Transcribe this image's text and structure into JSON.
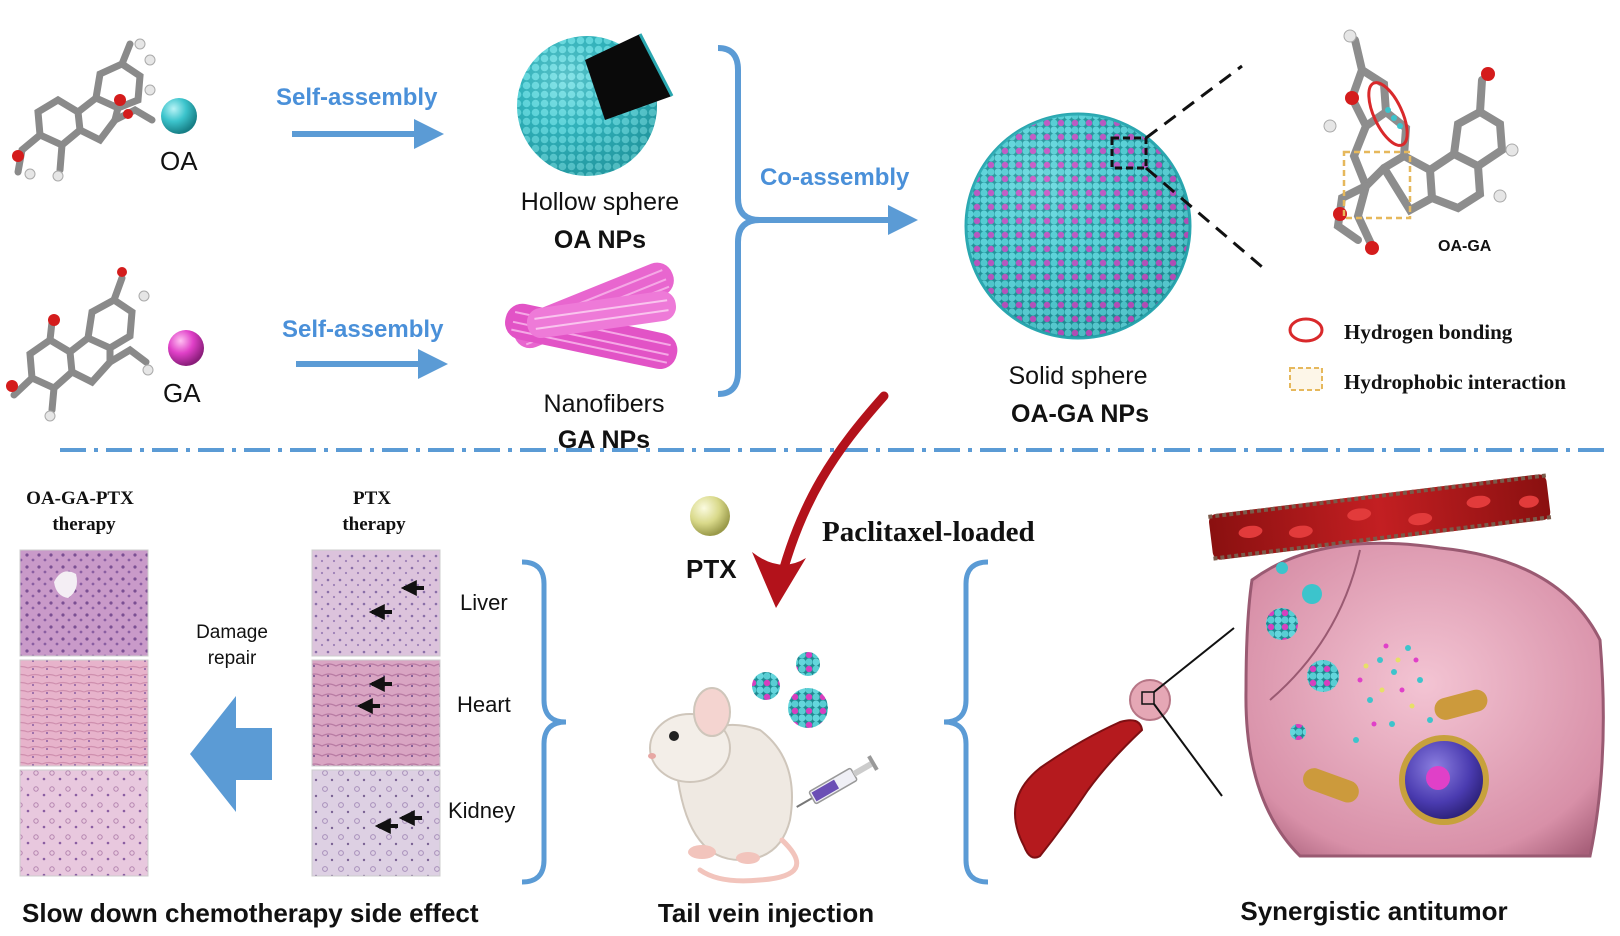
{
  "top": {
    "oa_label": "OA",
    "ga_label": "GA",
    "self_assembly_1": "Self-assembly",
    "self_assembly_2": "Self-assembly",
    "hollow_sphere": "Hollow sphere",
    "oa_nps": "OA NPs",
    "nanofibers": "Nanofibers",
    "ga_nps": "GA NPs",
    "co_assembly": "Co-assembly",
    "solid_sphere": "Solid sphere",
    "oa_ga_nps": "OA-GA NPs",
    "oa_ga_inset": "OA-GA",
    "legend_hbond": "Hydrogen bonding",
    "legend_hydrophobic": "Hydrophobic interaction"
  },
  "bottom": {
    "oa_ga_ptx_therapy_1": "OA-GA-PTX",
    "oa_ga_ptx_therapy_2": "therapy",
    "ptx_therapy_1": "PTX",
    "ptx_therapy_2": "therapy",
    "damage_repair_1": "Damage",
    "damage_repair_2": "repair",
    "liver": "Liver",
    "heart": "Heart",
    "kidney": "Kidney",
    "ptx": "PTX",
    "paclitaxel_loaded": "Paclitaxel-loaded",
    "caption_left": "Slow down chemotherapy side effect",
    "caption_mid": "Tail vein injection",
    "caption_right": "Synergistic antitumor"
  },
  "colors": {
    "arrow_blue": "#5b9bd5",
    "label_blue": "#4a90d9",
    "oa_cyan": "#3cc4cc",
    "ga_magenta": "#e040c8",
    "ptx_yellow": "#d9d98a",
    "injection_red": "#b3121b",
    "legend_red": "#d9292b",
    "legend_gold": "#e6b85c"
  }
}
